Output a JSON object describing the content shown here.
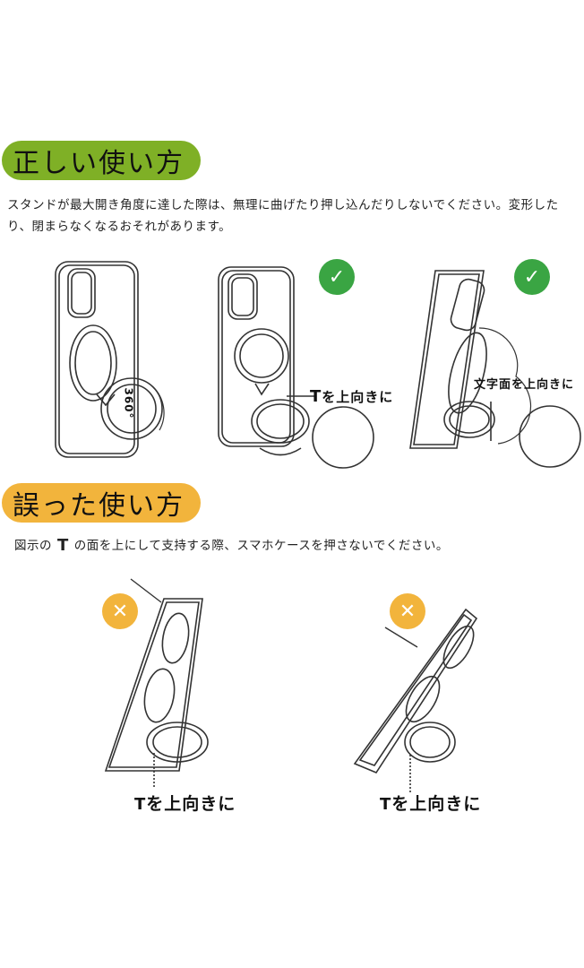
{
  "sections": {
    "correct": {
      "title": "正しい使い方",
      "description": "スタンドが最大開き角度に達した際は、無理に曲げたり押し込んだりしないでください。変形したり、閉まらなくなるおそれがあります。",
      "labels": {
        "rotation": "360°",
        "logo_up": "を上向きに",
        "text_up": "文字面を上向きに"
      },
      "colors": {
        "badge": "#7fb026",
        "check": "#3aa543"
      }
    },
    "wrong": {
      "title": "誤った使い方",
      "description_before": "図示の",
      "description_after": "の面を上にして支持する際、スマホケースを押さないでください。",
      "labels": {
        "logo_up_left": "を上向きに",
        "logo_up_right": "を上向きに"
      },
      "colors": {
        "badge": "#f2b43c",
        "cross": "#f2b43c"
      }
    }
  },
  "icons": {
    "logo": "T",
    "check": "✓",
    "cross": "✕"
  }
}
